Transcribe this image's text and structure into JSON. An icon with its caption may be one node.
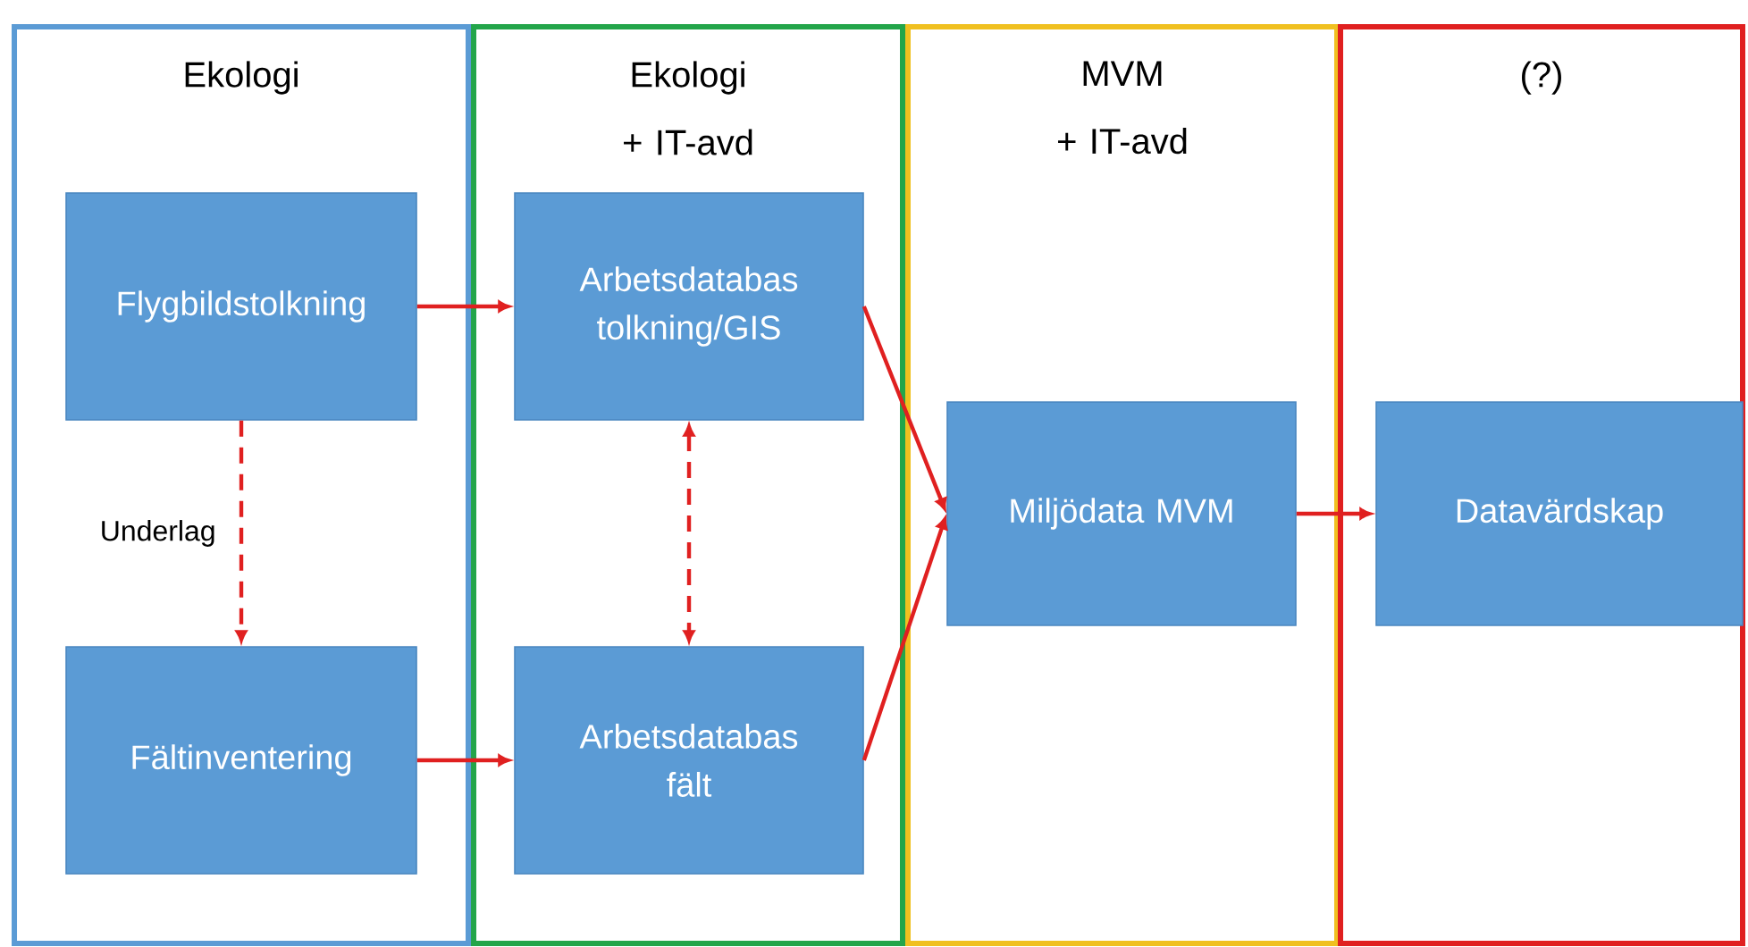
{
  "diagram": {
    "nodes": [
      {
        "text": [
          "Ekologi"
        ]
      },
      {
        "text": [
          "Ekologi + IT-avd"
        ]
      },
      {
        "text": [
          "MVM + IT-avd"
        ]
      },
      {
        "text": [
          "(?)"
        ]
      },
      {
        "text": [
          "Flygbildstolkning"
        ],
        "in": 0
      },
      {
        "text": [
          "Fältinventering"
        ],
        "in": 0
      },
      {
        "text": [
          "Arbetsdatabas tolkning/GIS"
        ],
        "in": 1
      },
      {
        "text": [
          "Arbetsdatabas fält"
        ],
        "in": 1
      },
      {
        "text": [
          "Miljödata MVM"
        ],
        "in": 2
      },
      {
        "text": [
          "Datavärdskap"
        ],
        "in": 3
      }
    ],
    "edges": [
      {
        "from": 4,
        "to": 6,
        "arrow": "to"
      },
      {
        "from": 4,
        "to": 5,
        "arrow": "to",
        "style": "dashed",
        "label": "Underlag"
      },
      {
        "from": 6,
        "to": 7,
        "arrow": "both",
        "style": "dashed"
      },
      {
        "from": 5,
        "to": 7,
        "arrow": "to"
      },
      {
        "from": 6,
        "to": 8,
        "arrow": "to"
      },
      {
        "from": 7,
        "to": 8,
        "arrow": "to"
      },
      {
        "from": 8,
        "to": 9,
        "arrow": "to"
      }
    ]
  }
}
